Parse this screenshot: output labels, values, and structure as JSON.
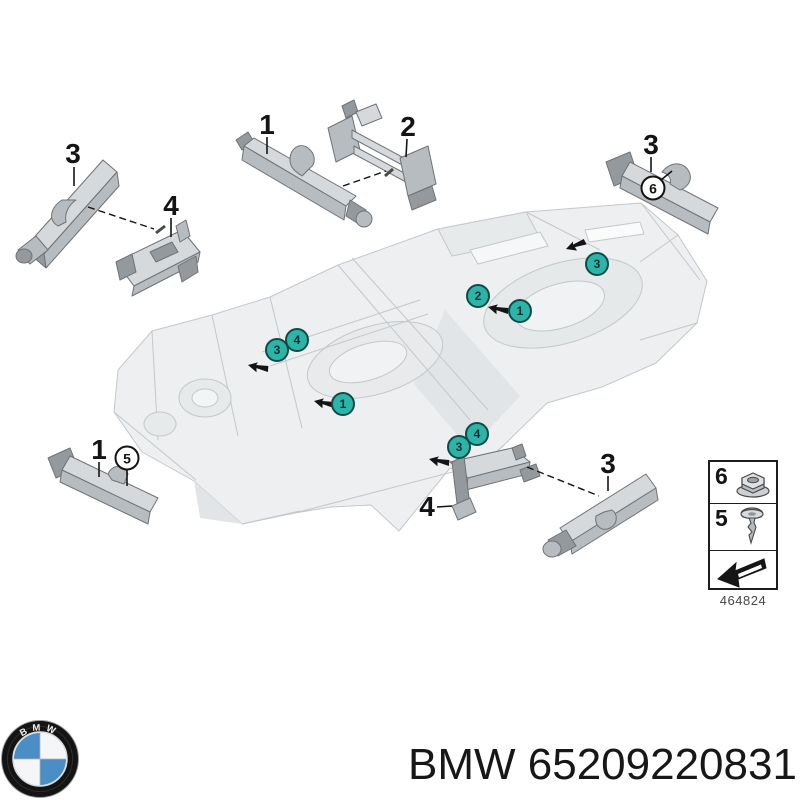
{
  "footer": {
    "logo_text": "BMW",
    "caption": "BMW 65209220831"
  },
  "legend": {
    "rows": [
      {
        "num": "6",
        "icon": "flange-nut-icon"
      },
      {
        "num": "5",
        "icon": "tapping-screw-icon"
      }
    ],
    "symbol_icon": "direction-arrow-icon",
    "code": "464824"
  },
  "diagram": {
    "part_labels": [
      {
        "text": "3"
      },
      {
        "text": "4"
      },
      {
        "text": "1"
      },
      {
        "text": "2"
      },
      {
        "text": "3"
      },
      {
        "text": "1"
      },
      {
        "text": "4"
      },
      {
        "text": "3"
      }
    ],
    "teal_callouts": [
      {
        "text": "3"
      },
      {
        "text": "4"
      },
      {
        "text": "1"
      },
      {
        "text": "2"
      },
      {
        "text": "1"
      },
      {
        "text": "3"
      },
      {
        "text": "3"
      },
      {
        "text": "4"
      }
    ],
    "white_callouts": [
      {
        "text": "6"
      },
      {
        "text": "5"
      }
    ],
    "colors": {
      "callout_teal": "#2db4a9",
      "callout_teal_border": "#0e4a46",
      "bmw_blue": "#4a8ec5",
      "sketch_line_gray": "#c3c8cb",
      "part_gray": "#b7bcc0"
    }
  }
}
